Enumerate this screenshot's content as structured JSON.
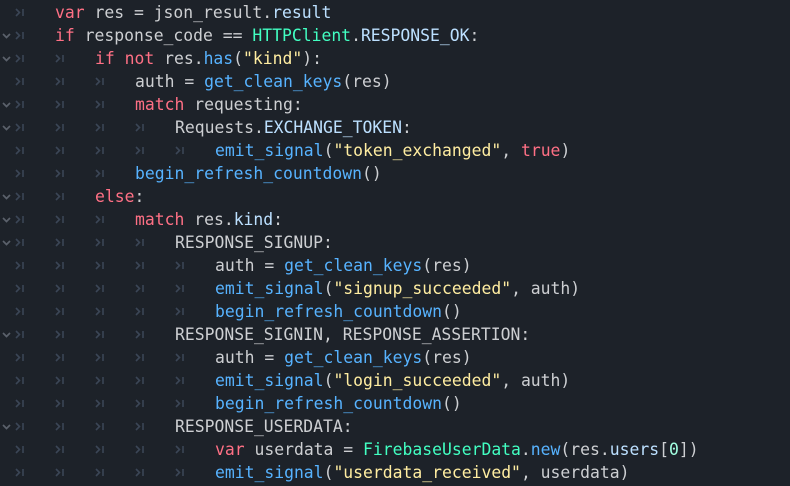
{
  "editor": {
    "language": "GDScript",
    "colors": {
      "background": "#1d2229",
      "text": "#cdcfd2",
      "keyword": "#ff7085",
      "function": "#57b3ff",
      "string": "#ffeda1",
      "class": "#42ffc2",
      "member": "#bce0ff",
      "number": "#a1ffe0",
      "gutter_marker": "#3b4656"
    },
    "gutter": {
      "fold_icon": "chevron-down-icon",
      "tab_icon": "tab-indent-icon"
    },
    "lines": [
      {
        "indent": 1,
        "fold": false,
        "tokens": [
          {
            "t": "var",
            "c": "kw"
          },
          {
            "t": " res = json_result",
            "c": "txt"
          },
          {
            "t": ".",
            "c": "txt"
          },
          {
            "t": "result",
            "c": "mem"
          }
        ]
      },
      {
        "indent": 1,
        "fold": true,
        "tokens": [
          {
            "t": "if",
            "c": "kw"
          },
          {
            "t": " response_code == ",
            "c": "txt"
          },
          {
            "t": "HTTPClient",
            "c": "cls"
          },
          {
            "t": ".",
            "c": "txt"
          },
          {
            "t": "RESPONSE_OK",
            "c": "mem"
          },
          {
            "t": ":",
            "c": "txt"
          }
        ]
      },
      {
        "indent": 2,
        "fold": true,
        "tokens": [
          {
            "t": "if not",
            "c": "kw"
          },
          {
            "t": " res.",
            "c": "txt"
          },
          {
            "t": "has",
            "c": "fn"
          },
          {
            "t": "(",
            "c": "txt"
          },
          {
            "t": "\"kind\"",
            "c": "str"
          },
          {
            "t": "):",
            "c": "txt"
          }
        ]
      },
      {
        "indent": 3,
        "fold": false,
        "tokens": [
          {
            "t": "auth = ",
            "c": "txt"
          },
          {
            "t": "get_clean_keys",
            "c": "fn"
          },
          {
            "t": "(res)",
            "c": "txt"
          }
        ]
      },
      {
        "indent": 3,
        "fold": true,
        "tokens": [
          {
            "t": "match",
            "c": "kw"
          },
          {
            "t": " requesting:",
            "c": "txt"
          }
        ]
      },
      {
        "indent": 4,
        "fold": true,
        "tokens": [
          {
            "t": "Requests.",
            "c": "txt"
          },
          {
            "t": "EXCHANGE_TOKEN",
            "c": "mem"
          },
          {
            "t": ":",
            "c": "txt"
          }
        ]
      },
      {
        "indent": 5,
        "fold": false,
        "tokens": [
          {
            "t": "emit_signal",
            "c": "fn"
          },
          {
            "t": "(",
            "c": "txt"
          },
          {
            "t": "\"token_exchanged\"",
            "c": "str"
          },
          {
            "t": ", ",
            "c": "txt"
          },
          {
            "t": "true",
            "c": "kw"
          },
          {
            "t": ")",
            "c": "txt"
          }
        ]
      },
      {
        "indent": 3,
        "fold": false,
        "tokens": [
          {
            "t": "begin_refresh_countdown",
            "c": "fn"
          },
          {
            "t": "()",
            "c": "txt"
          }
        ]
      },
      {
        "indent": 2,
        "fold": true,
        "tokens": [
          {
            "t": "else",
            "c": "kw"
          },
          {
            "t": ":",
            "c": "txt"
          }
        ]
      },
      {
        "indent": 3,
        "fold": true,
        "tokens": [
          {
            "t": "match",
            "c": "kw"
          },
          {
            "t": " res.",
            "c": "txt"
          },
          {
            "t": "kind",
            "c": "mem"
          },
          {
            "t": ":",
            "c": "txt"
          }
        ]
      },
      {
        "indent": 4,
        "fold": true,
        "tokens": [
          {
            "t": "RESPONSE_SIGNUP:",
            "c": "txt"
          }
        ]
      },
      {
        "indent": 5,
        "fold": false,
        "tokens": [
          {
            "t": "auth = ",
            "c": "txt"
          },
          {
            "t": "get_clean_keys",
            "c": "fn"
          },
          {
            "t": "(res)",
            "c": "txt"
          }
        ]
      },
      {
        "indent": 5,
        "fold": false,
        "tokens": [
          {
            "t": "emit_signal",
            "c": "fn"
          },
          {
            "t": "(",
            "c": "txt"
          },
          {
            "t": "\"signup_succeeded\"",
            "c": "str"
          },
          {
            "t": ", auth)",
            "c": "txt"
          }
        ]
      },
      {
        "indent": 5,
        "fold": false,
        "tokens": [
          {
            "t": "begin_refresh_countdown",
            "c": "fn"
          },
          {
            "t": "()",
            "c": "txt"
          }
        ]
      },
      {
        "indent": 4,
        "fold": true,
        "tokens": [
          {
            "t": "RESPONSE_SIGNIN, RESPONSE_ASSERTION:",
            "c": "txt"
          }
        ]
      },
      {
        "indent": 5,
        "fold": false,
        "tokens": [
          {
            "t": "auth = ",
            "c": "txt"
          },
          {
            "t": "get_clean_keys",
            "c": "fn"
          },
          {
            "t": "(res)",
            "c": "txt"
          }
        ]
      },
      {
        "indent": 5,
        "fold": false,
        "tokens": [
          {
            "t": "emit_signal",
            "c": "fn"
          },
          {
            "t": "(",
            "c": "txt"
          },
          {
            "t": "\"login_succeeded\"",
            "c": "str"
          },
          {
            "t": ", auth)",
            "c": "txt"
          }
        ]
      },
      {
        "indent": 5,
        "fold": false,
        "tokens": [
          {
            "t": "begin_refresh_countdown",
            "c": "fn"
          },
          {
            "t": "()",
            "c": "txt"
          }
        ]
      },
      {
        "indent": 4,
        "fold": true,
        "tokens": [
          {
            "t": "RESPONSE_USERDATA:",
            "c": "txt"
          }
        ]
      },
      {
        "indent": 5,
        "fold": false,
        "tokens": [
          {
            "t": "var",
            "c": "kw"
          },
          {
            "t": " userdata = ",
            "c": "txt"
          },
          {
            "t": "FirebaseUserData",
            "c": "cls"
          },
          {
            "t": ".",
            "c": "txt"
          },
          {
            "t": "new",
            "c": "fn"
          },
          {
            "t": "(res.",
            "c": "txt"
          },
          {
            "t": "users",
            "c": "mem"
          },
          {
            "t": "[",
            "c": "txt"
          },
          {
            "t": "0",
            "c": "num"
          },
          {
            "t": "])",
            "c": "txt"
          }
        ]
      },
      {
        "indent": 5,
        "fold": false,
        "tokens": [
          {
            "t": "emit_signal",
            "c": "fn"
          },
          {
            "t": "(",
            "c": "txt"
          },
          {
            "t": "\"userdata_received\"",
            "c": "str"
          },
          {
            "t": ", userdata)",
            "c": "txt"
          }
        ]
      }
    ]
  }
}
